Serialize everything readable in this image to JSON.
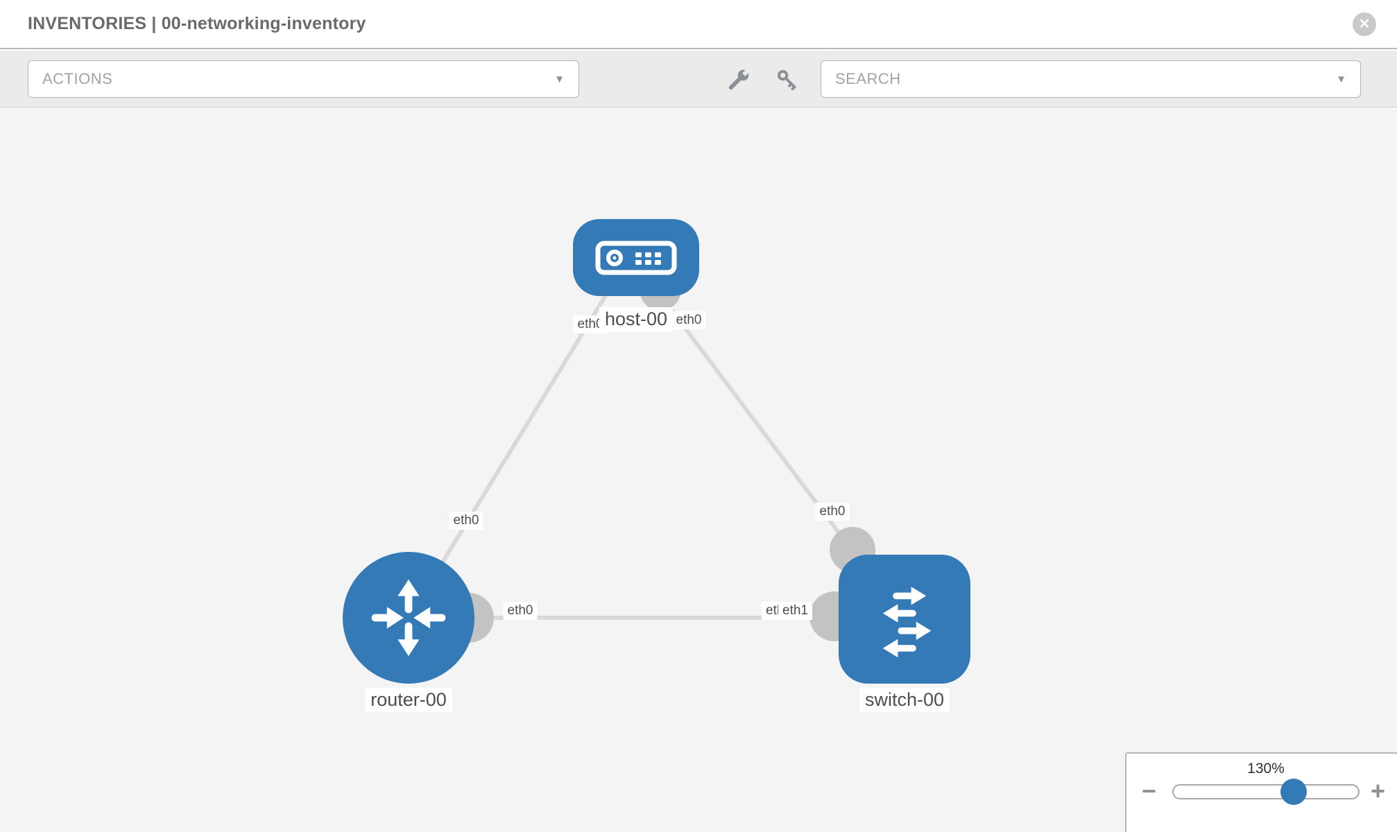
{
  "header": {
    "title": "INVENTORIES | 00-networking-inventory"
  },
  "toolbar": {
    "actions_placeholder": "ACTIONS",
    "search_placeholder": "SEARCH"
  },
  "icons": {
    "close": "✕",
    "caret_down": "▼",
    "minus": "−",
    "plus": "+"
  },
  "topology": {
    "nodes": [
      {
        "id": "host-00",
        "label": "host-00",
        "type": "host",
        "icon": "server-icon"
      },
      {
        "id": "router-00",
        "label": "router-00",
        "type": "router",
        "icon": "router-arrows-icon"
      },
      {
        "id": "switch-00",
        "label": "switch-00",
        "type": "switch",
        "icon": "switch-arrows-icon"
      }
    ],
    "links": [
      {
        "from": "host-00",
        "to": "router-00",
        "from_interface": "eth0",
        "to_interface": "eth0"
      },
      {
        "from": "host-00",
        "to": "switch-00",
        "from_interface": "eth0",
        "to_interface": "eth0"
      },
      {
        "from": "router-00",
        "to": "switch-00",
        "from_interface": "eth0",
        "to_interface": "eth1",
        "to_interface_overlapped_label": "eth0"
      }
    ]
  },
  "zoom_control": {
    "value": "130%"
  },
  "colors": {
    "node_blue": "#337ab7",
    "link_gray": "#d9d9d9",
    "interface_gray": "#c3c3c3",
    "canvas_bg": "#f4f4f4",
    "toolbar_bg": "#ebebeb",
    "title_gray": "#6a6a6a",
    "label_text": "#4d4d4d"
  }
}
